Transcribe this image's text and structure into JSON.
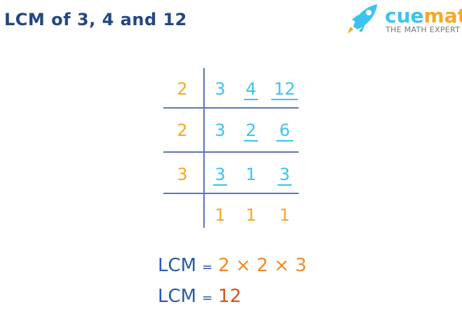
{
  "title": "LCM of 3, 4 and 12",
  "logo": {
    "brand_part1": "cue",
    "brand_part2": "math",
    "tagline": "THE MATH EXPERT",
    "colors": {
      "cue": "#3cc3f0",
      "math": "#f7a823"
    }
  },
  "table": {
    "rows": [
      {
        "divisor": "2",
        "values": [
          "3",
          "4",
          "12"
        ],
        "underlined": [
          false,
          true,
          true
        ]
      },
      {
        "divisor": "2",
        "values": [
          "3",
          "2",
          "6"
        ],
        "underlined": [
          false,
          true,
          true
        ]
      },
      {
        "divisor": "3",
        "values": [
          "3",
          "1",
          "3"
        ],
        "underlined": [
          true,
          false,
          true
        ]
      },
      {
        "divisor": "",
        "values": [
          "1",
          "1",
          "1"
        ],
        "underlined": [
          false,
          false,
          false
        ]
      }
    ]
  },
  "equations": [
    {
      "lhs": "LCM",
      "eq": "=",
      "rhs": "2 × 2 × 3"
    },
    {
      "lhs": "LCM",
      "eq": "=",
      "rhs": "12"
    }
  ],
  "colors": {
    "title": "#24477f",
    "divisor": "#f7a823",
    "number": "#3cc3f0",
    "result": "#d4541c"
  }
}
